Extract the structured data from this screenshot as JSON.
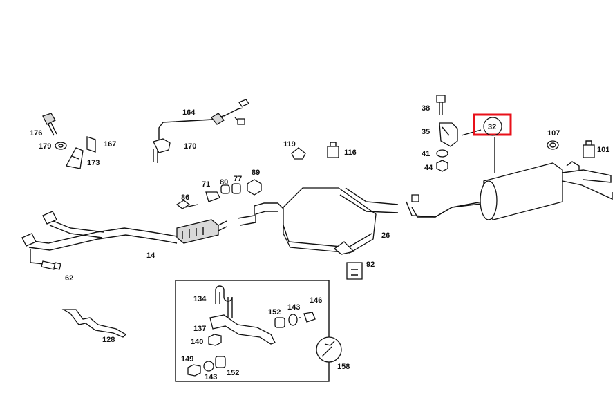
{
  "labels": {
    "p176": "176",
    "p179": "179",
    "p173": "173",
    "p167": "167",
    "p164": "164",
    "p170": "170",
    "p119": "119",
    "p116": "116",
    "p38": "38",
    "p35": "35",
    "p41": "41",
    "p44": "44",
    "p32": "32",
    "p107": "107",
    "p101": "101",
    "p86": "86",
    "p71": "71",
    "p80": "80",
    "p77": "77",
    "p89": "89",
    "p26": "26",
    "p92": "92",
    "p14": "14",
    "p62": "62",
    "p128": "128",
    "p134": "134",
    "p152a": "152",
    "p143a": "143",
    "p146": "146",
    "p137": "137",
    "p140": "140",
    "p149": "149",
    "p143b": "143",
    "p152b": "152",
    "p158": "158"
  },
  "highlight": {
    "part": "32",
    "color": "#e8101a"
  }
}
